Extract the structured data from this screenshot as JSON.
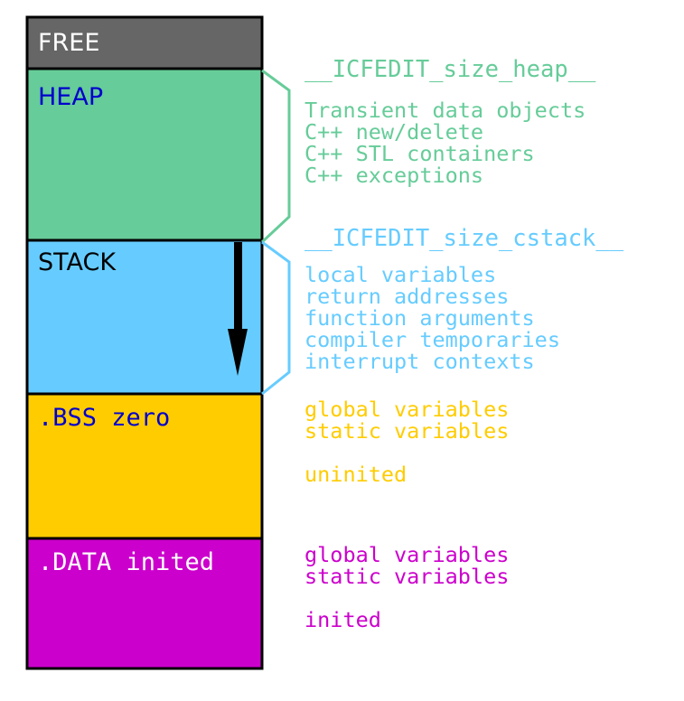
{
  "blocks": [
    {
      "label": "FREE",
      "fill": "#666666",
      "text_color": "#ffffff"
    },
    {
      "label": "HEAP",
      "fill": "#66cc99",
      "text_color": "#0000cc"
    },
    {
      "label": "STACK",
      "fill": "#66ccff",
      "text_color": "#000000"
    },
    {
      "label": ".BSS zero",
      "fill": "#ffcc00",
      "text_color": "#0000cc"
    },
    {
      "label": ".DATA inited",
      "fill": "#cc00cc",
      "text_color": "#ffffff"
    }
  ],
  "heap_info": {
    "title": "__ICFEDIT_size_heap__",
    "lines": [
      "Transient data objects",
      "C++ new/delete",
      "C++ STL containers",
      "C++ exceptions"
    ],
    "color": "#66cc99"
  },
  "stack_info": {
    "title": "__ICFEDIT_size_cstack__",
    "lines": [
      "local variables",
      "return addresses",
      "function arguments",
      "compiler temporaries",
      "interrupt contexts"
    ],
    "color": "#66ccff"
  },
  "bss_info": {
    "lines": [
      "global variables",
      "static variables"
    ],
    "note": "uninited",
    "color": "#ffcc00"
  },
  "data_info": {
    "lines": [
      "global variables",
      "static variables"
    ],
    "note": "inited",
    "color": "#cc00cc"
  },
  "arrow_color": "#000000"
}
